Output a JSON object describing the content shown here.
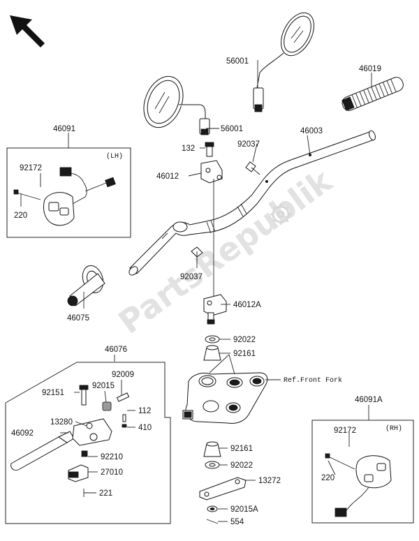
{
  "watermark": "PartsRepublik",
  "box_tags": {
    "lh": "(LH)",
    "rh": "(RH)"
  },
  "reference_note": "Ref.Front Fork",
  "part_labels": {
    "p56001_top": "56001",
    "p56001_mid": "56001",
    "p46019": "46019",
    "p46091": "46091",
    "p92172_lh": "92172",
    "p220_lh": "220",
    "p132": "132",
    "p92037_top": "92037",
    "p46003": "46003",
    "p46012": "46012",
    "p92037_bot": "92037",
    "p46075": "46075",
    "p46012A": "46012A",
    "p92022_top": "92022",
    "p92161_top": "92161",
    "p46076": "46076",
    "p92009": "92009",
    "p92151": "92151",
    "p92015": "92015",
    "p112": "112",
    "p13280": "13280",
    "p410": "410",
    "p46092": "46092",
    "p92210": "92210",
    "p27010": "27010",
    "p221": "221",
    "p92161_bot": "92161",
    "p92022_bot": "92022",
    "p13272": "13272",
    "p92015A": "92015A",
    "p554": "554",
    "p46091A": "46091A",
    "p92172_rh": "92172",
    "p220_rh": "220"
  },
  "icons": {
    "orientation": "north-west-arrow-icon",
    "gear": "gear-watermark-icon"
  },
  "colors": {
    "line": "#222222",
    "watermark": "#e2e2e2",
    "background": "#ffffff"
  }
}
